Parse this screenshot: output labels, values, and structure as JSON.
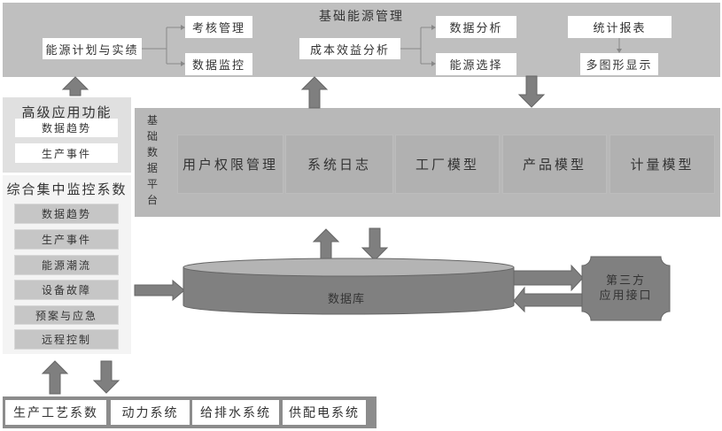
{
  "basic_energy_mgmt": {
    "title": "基础能源管理",
    "boxes": [
      "能源计划与实绩",
      "考核管理",
      "数据监控",
      "成本效益分析",
      "数据分析",
      "能源选择",
      "统计报表",
      "多图形显示"
    ]
  },
  "advanced": {
    "title": "高级应用功能",
    "items": [
      "数据趋势",
      "生产事件"
    ]
  },
  "monitoring": {
    "title": "综合集中监控系数",
    "items": [
      "数据趋势",
      "生产事件",
      "能源潮流",
      "设备故障",
      "预案与应急",
      "远程控制"
    ]
  },
  "platform": {
    "title": "基础数据平台",
    "title_chars": [
      "基",
      "础",
      "数",
      "据",
      "平",
      "台"
    ],
    "modules": [
      "用户权限管理",
      "系统日志",
      "工厂模型",
      "产品模型",
      "计量模型"
    ]
  },
  "database": {
    "label": "数据库"
  },
  "third_party": {
    "line1": "第三方",
    "line2": "应用接口"
  },
  "bottom": {
    "systems": [
      "生产工艺系数",
      "动力系统",
      "给排水系统",
      "供配电系统"
    ]
  },
  "colors": {
    "arrow": "#7f7f7f",
    "top_panel": "#bfbfbf",
    "platform": "#b8b8b8"
  }
}
